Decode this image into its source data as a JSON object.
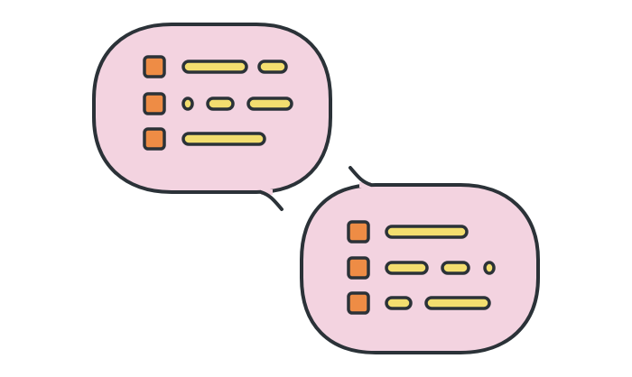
{
  "illustration": {
    "subject": "two-chat-bubbles-with-checklists",
    "colors": {
      "bubble_fill": "#f3d3e0",
      "outline": "#2b3238",
      "checkbox_fill": "#ee8c45",
      "line_fill": "#f3de6f",
      "background": "#ffffff"
    },
    "bubbles": [
      {
        "name": "chat-bubble-top-left",
        "tail": "bottom-right",
        "rows": [
          {
            "checkbox": true,
            "segments": 2
          },
          {
            "checkbox": true,
            "segments": 3
          },
          {
            "checkbox": true,
            "segments": 1
          }
        ]
      },
      {
        "name": "chat-bubble-bottom-right",
        "tail": "top-left",
        "rows": [
          {
            "checkbox": true,
            "segments": 1
          },
          {
            "checkbox": true,
            "segments": 3
          },
          {
            "checkbox": true,
            "segments": 2
          }
        ]
      }
    ]
  }
}
